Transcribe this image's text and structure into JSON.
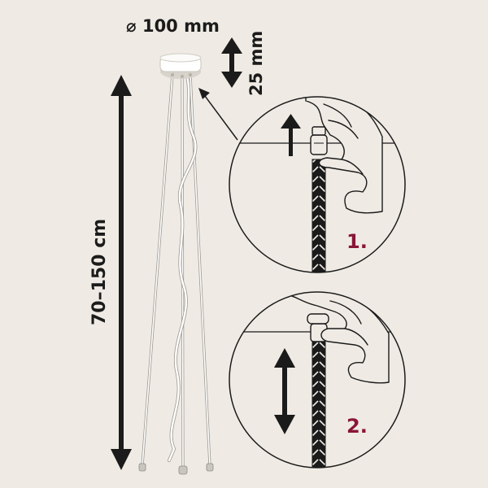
{
  "diagram": {
    "diameter_label": "⌀ 100 mm",
    "height_label": "25 mm",
    "length_label": "70–150 cm",
    "steps": [
      {
        "number": "1."
      },
      {
        "number": "2."
      }
    ]
  },
  "colors": {
    "background": "#efebe4",
    "line": "#1b1b1b",
    "step_number": "#8a1538",
    "canopy": "#ffffff",
    "cable": "#ffffff"
  },
  "icons": [
    "up-arrow-icon",
    "double-arrow-icon",
    "braided-cable",
    "cable-grip",
    "hand"
  ]
}
